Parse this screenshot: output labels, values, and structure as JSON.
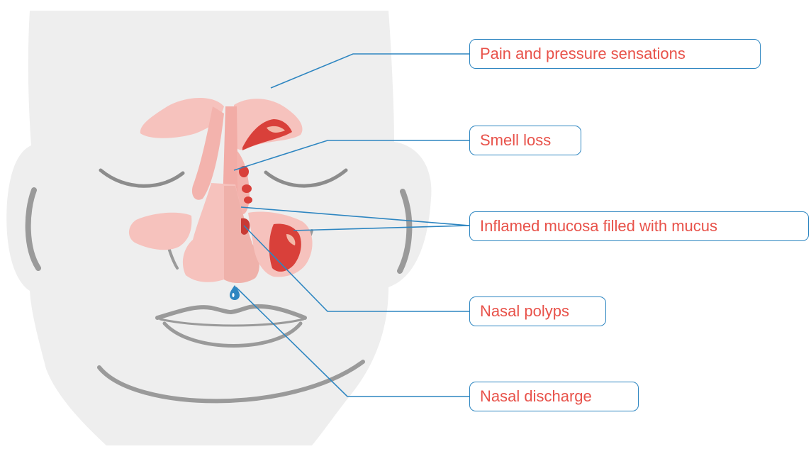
{
  "colors": {
    "face": "#eeeeee",
    "feature_line": "#9a9a9a",
    "sinus": "#f6c2bd",
    "inflamed": "#d9403a",
    "leader": "#2e86c1",
    "label_text": "#e8524a"
  },
  "callouts": [
    {
      "label": "Pain and pressure sensations"
    },
    {
      "label": "Smell loss"
    },
    {
      "label": "Inflamed mucosa filled with mucus"
    },
    {
      "label": "Nasal polyps"
    },
    {
      "label": "Nasal discharge"
    }
  ]
}
